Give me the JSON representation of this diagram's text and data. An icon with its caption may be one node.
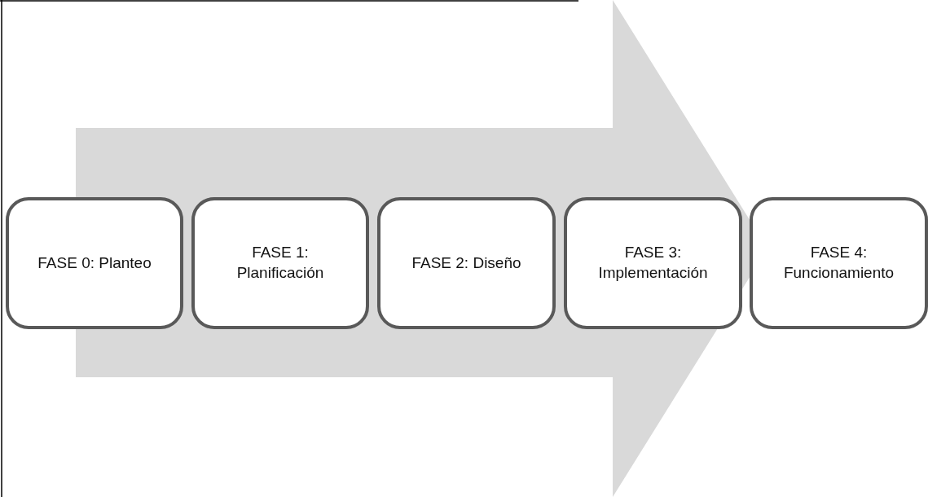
{
  "diagram": {
    "nodes": [
      {
        "text": [
          "FASE 0: Planteo"
        ]
      },
      {
        "text": [
          "FASE 1: Planificación"
        ]
      },
      {
        "text": [
          "FASE 2: Diseño"
        ]
      },
      {
        "text": [
          "FASE 3: Implementación"
        ]
      },
      {
        "text": [
          "FASE 4: Funcionamiento"
        ]
      }
    ],
    "edges": [
      {
        "from": 0,
        "to": 4,
        "arrow": "to"
      }
    ]
  }
}
